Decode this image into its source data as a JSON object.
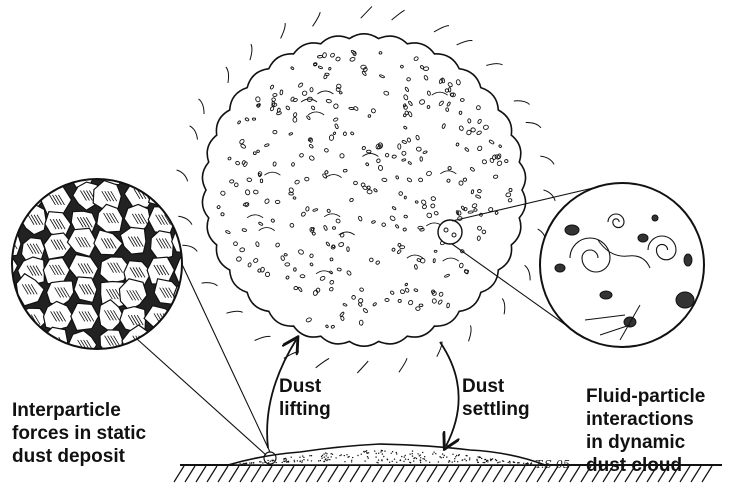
{
  "labels": {
    "dust_lifting": [
      "Dust",
      "lifting"
    ],
    "dust_settling": [
      "Dust",
      "settling"
    ],
    "interparticle": [
      "Interparticle",
      "forces in static",
      "dust deposit"
    ],
    "fluid_particle": [
      "Fluid-particle",
      "interactions",
      "in dynamic",
      "dust cloud"
    ]
  },
  "signature": "T.S-05",
  "colors": {
    "ink": "#111111",
    "background": "#ffffff"
  }
}
